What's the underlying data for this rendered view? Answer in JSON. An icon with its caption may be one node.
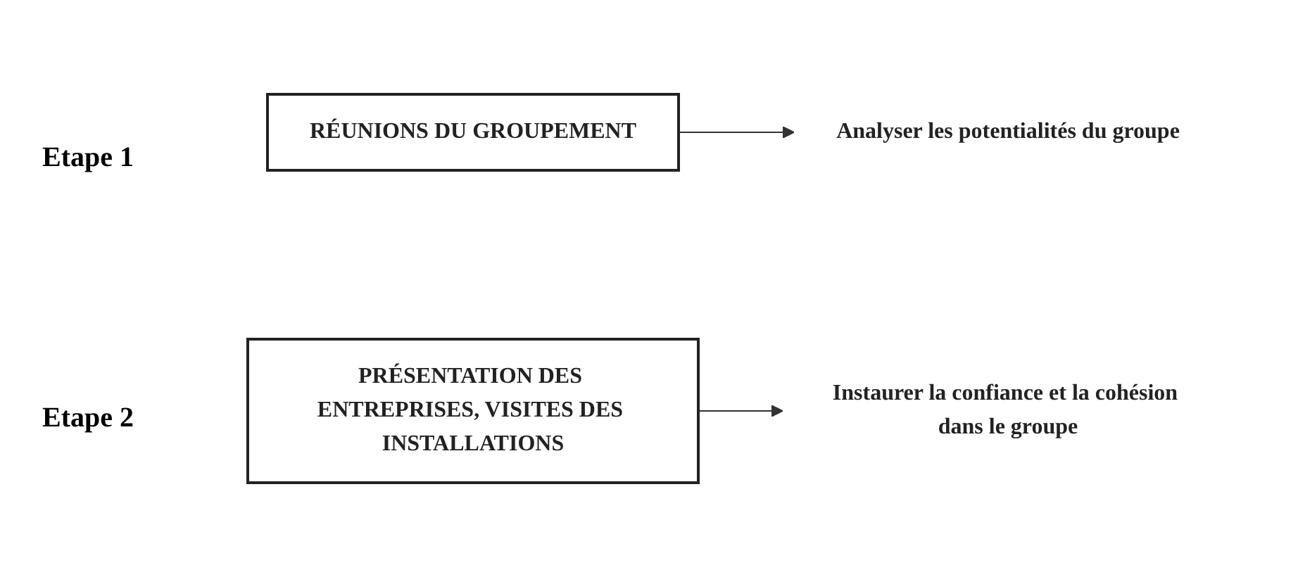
{
  "diagram": {
    "nodes": [
      {
        "text": [
          "RÉUNIONS DU GROUPEMENT"
        ]
      },
      {
        "text": [
          "Analyser les potentialités du groupe"
        ]
      },
      {
        "text": [
          "PRÉSENTATION DES ENTREPRISES, VISITES DES INSTALLATIONS"
        ]
      },
      {
        "text": [
          "Instaurer la confiance et la cohésion dans le groupe"
        ]
      }
    ],
    "edges": [
      {
        "from": 0,
        "to": 1,
        "arrow": "to"
      },
      {
        "from": 2,
        "to": 3,
        "arrow": "to"
      }
    ],
    "labels": [
      "Etape 1",
      "Etape 2"
    ]
  }
}
